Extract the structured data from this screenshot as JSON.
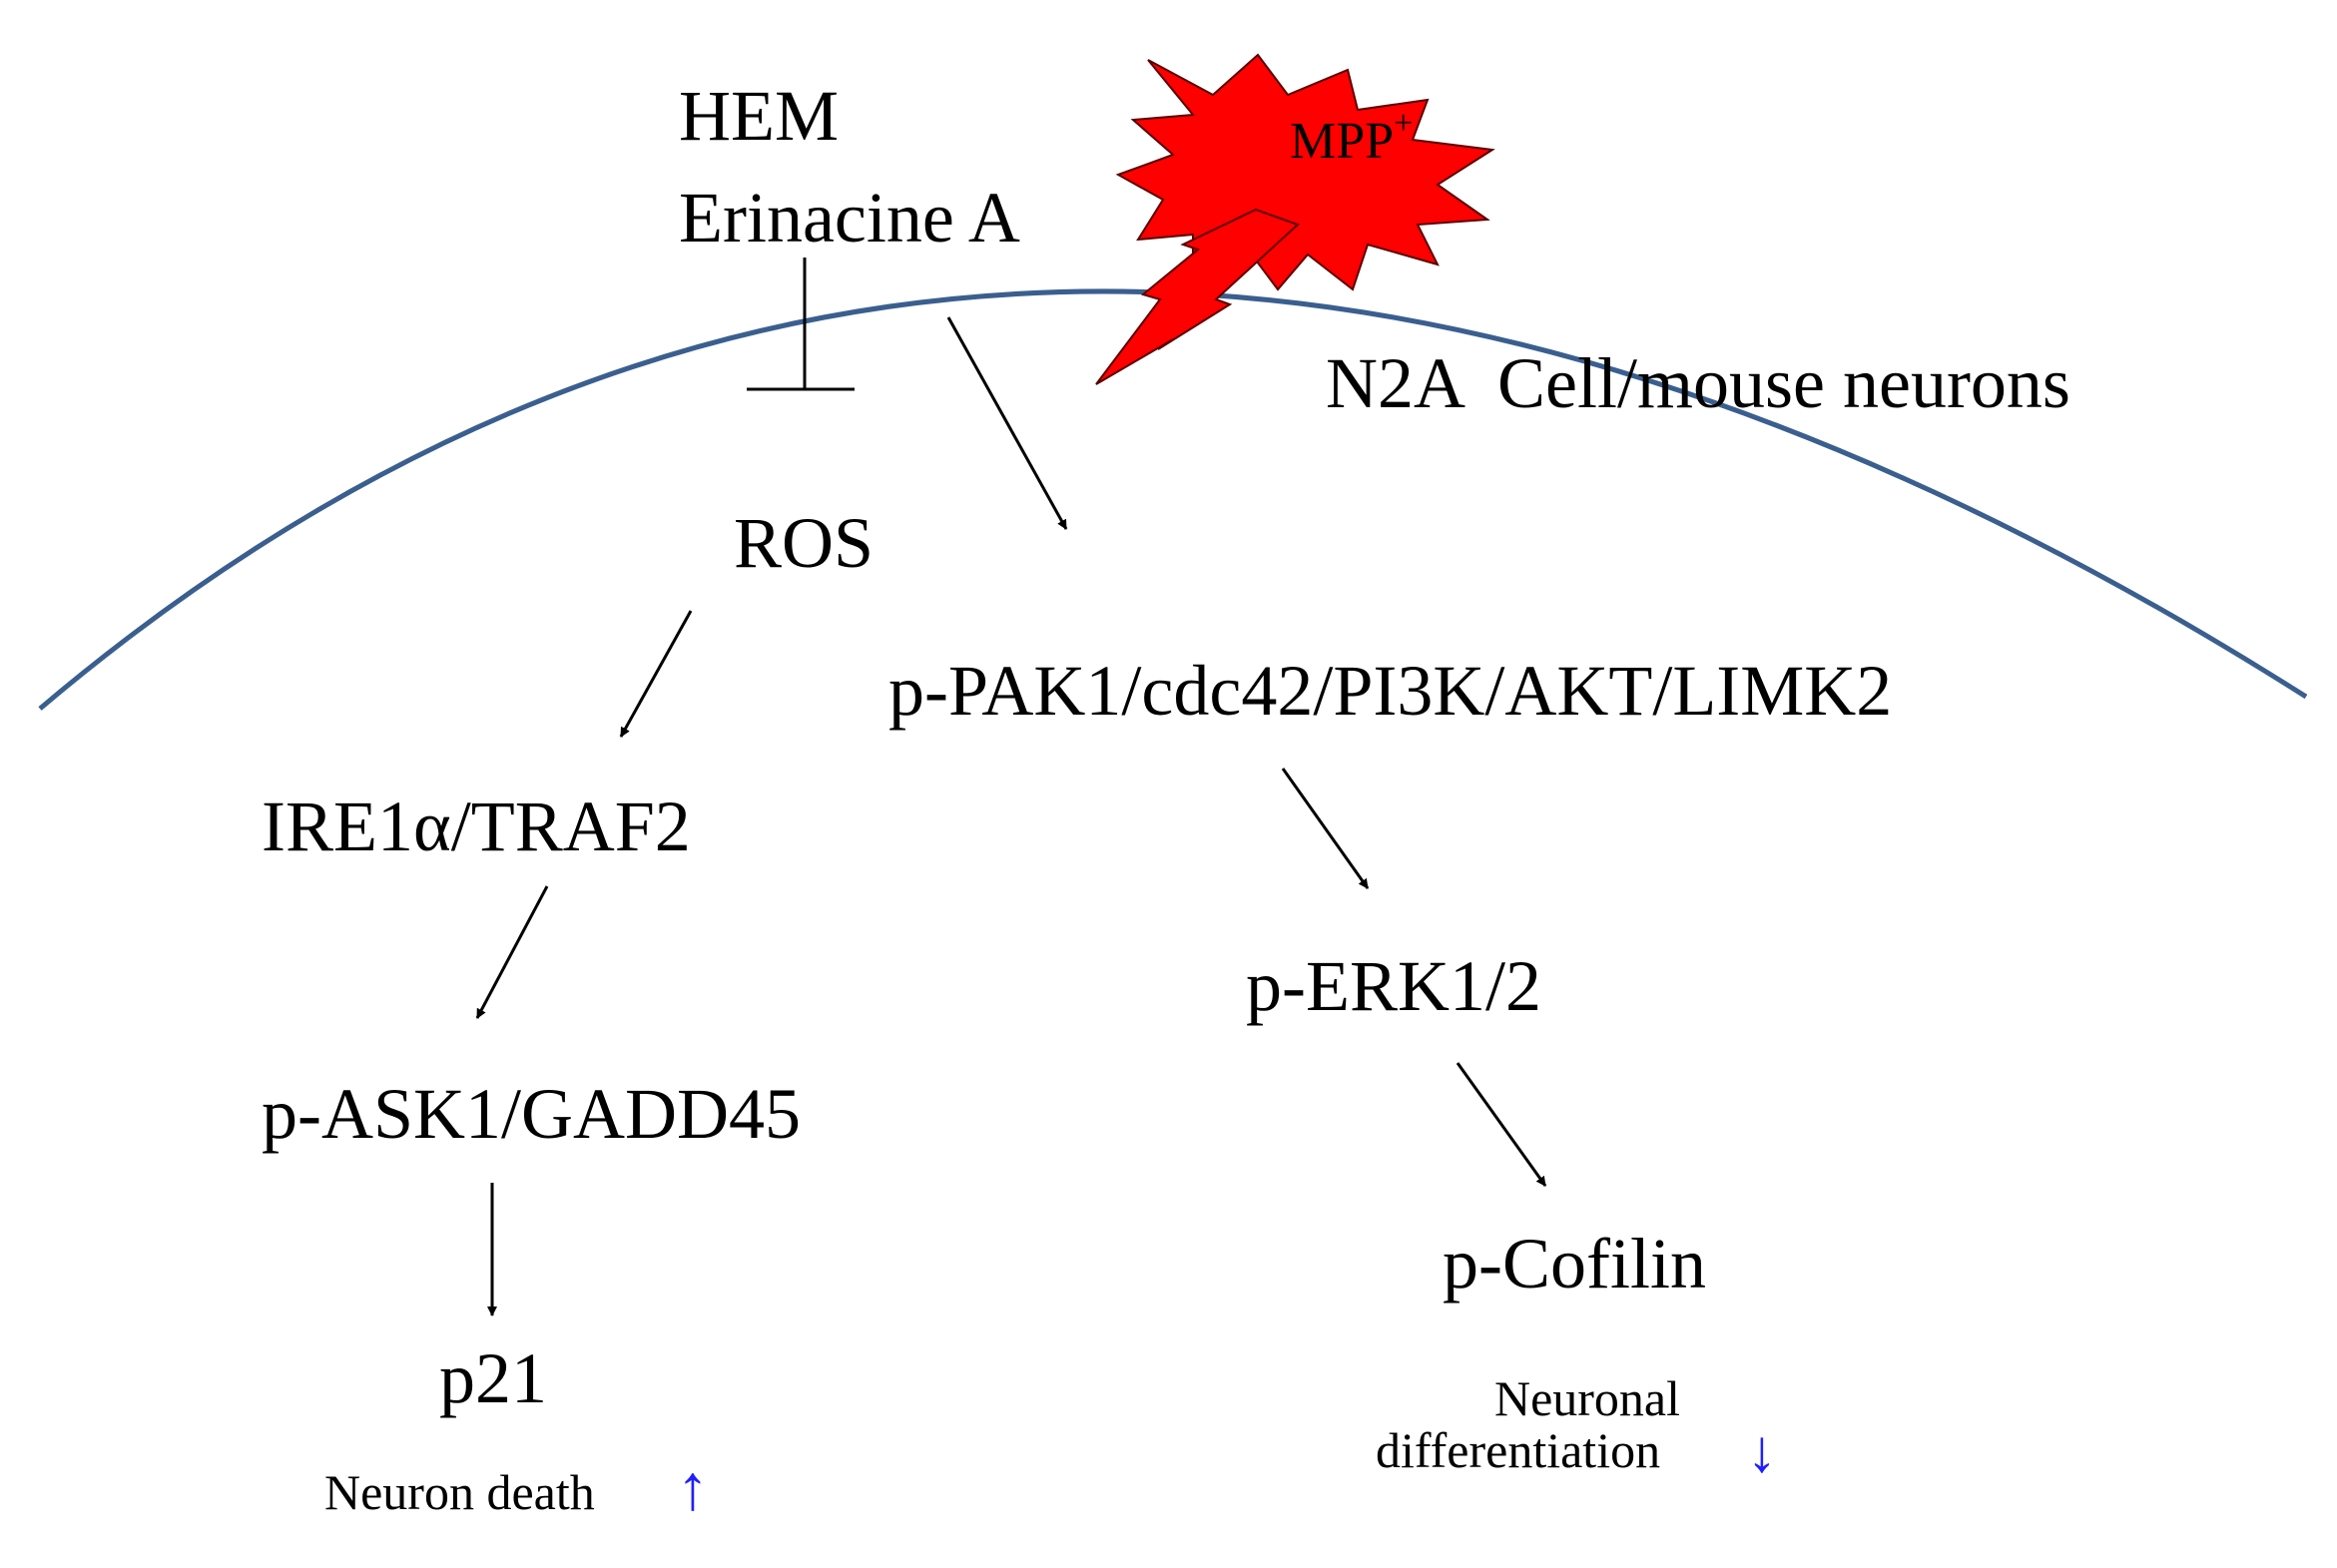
{
  "labels": {
    "hem": "HEM",
    "erinacine": "Erinacine A",
    "mpp_base": "MPP",
    "mpp_sup": "+",
    "cell": "N2A  Cell/mouse neurons",
    "ros": "ROS",
    "pak1": "p-PAK1/cdc42/PI3K/AKT/LIMK2",
    "ire1": "IRE1α/TRAF2",
    "erk": "p-ERK1/2",
    "ask1": "p-ASK1/GADD45",
    "cofilin": "p-Cofilin",
    "p21": "p21",
    "neuron_death": "Neuron death",
    "neuron_death_arrow": "↑",
    "neuronal": "Neuronal",
    "differentiation": "differentiation",
    "differentiation_arrow": "↓"
  },
  "colors": {
    "membrane": "#3a5f8f",
    "burst_fill": "#ff0000",
    "burst_stroke": "#5a0000",
    "trend_arrow": "#1f1fff",
    "text": "#000000"
  }
}
